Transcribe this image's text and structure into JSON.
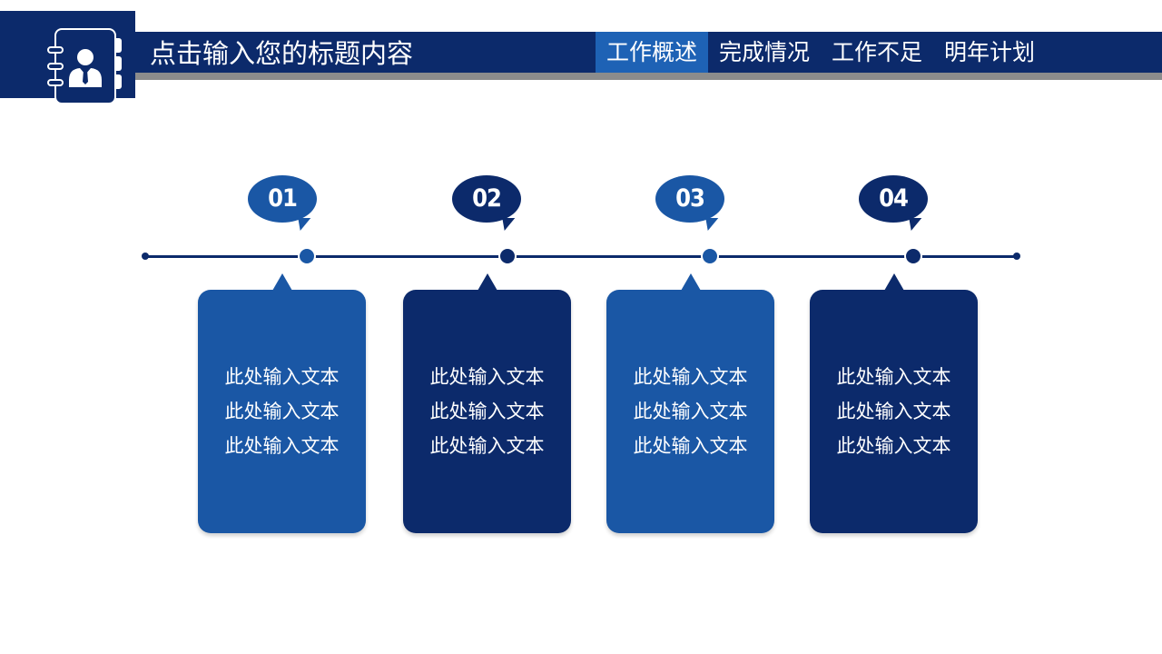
{
  "header": {
    "title": "点击输入您的标题内容",
    "nav_tabs": [
      {
        "label": "工作概述",
        "active": true
      },
      {
        "label": "完成情况",
        "active": false
      },
      {
        "label": "工作不足",
        "active": false
      },
      {
        "label": "明年计划",
        "active": false
      }
    ],
    "logo_icon": "contact-book-icon"
  },
  "colors": {
    "dark_navy": "#0c2a6b",
    "medium_blue": "#1a57a5",
    "active_tab": "#1e62b5",
    "underline_gray": "#8c8c8c"
  },
  "timeline": {
    "steps": [
      {
        "number": "01",
        "lines": [
          "此处输入文本",
          "此处输入文本",
          "此处输入文本"
        ]
      },
      {
        "number": "02",
        "lines": [
          "此处输入文本",
          "此处输入文本",
          "此处输入文本"
        ]
      },
      {
        "number": "03",
        "lines": [
          "此处输入文本",
          "此处输入文本",
          "此处输入文本"
        ]
      },
      {
        "number": "04",
        "lines": [
          "此处输入文本",
          "此处输入文本",
          "此处输入文本"
        ]
      }
    ]
  }
}
